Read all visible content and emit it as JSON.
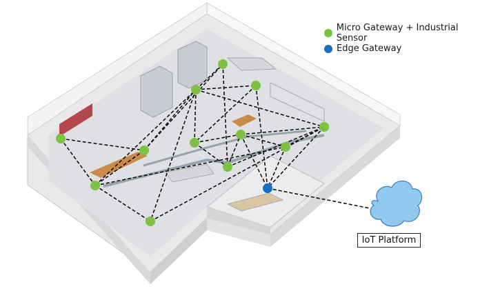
{
  "legend": {
    "micro_gateway": {
      "label": "Micro Gateway + Industrial Sensor",
      "color": "#7dc242"
    },
    "edge_gateway": {
      "label": "Edge Gateway",
      "color": "#1b6fc2"
    }
  },
  "iot_platform": {
    "label": "IoT Platform",
    "cloud_color": "#8fc9ee"
  },
  "nodes": [
    {
      "id": "n1",
      "type": "micro"
    },
    {
      "id": "n2",
      "type": "micro"
    },
    {
      "id": "n3",
      "type": "micro"
    },
    {
      "id": "n4",
      "type": "micro"
    },
    {
      "id": "n5",
      "type": "micro"
    },
    {
      "id": "n6",
      "type": "micro"
    },
    {
      "id": "n7",
      "type": "micro"
    },
    {
      "id": "n8",
      "type": "micro"
    },
    {
      "id": "n9",
      "type": "micro"
    },
    {
      "id": "n10",
      "type": "micro"
    },
    {
      "id": "n11",
      "type": "micro"
    },
    {
      "id": "n12",
      "type": "micro"
    },
    {
      "id": "edge",
      "type": "edge"
    }
  ],
  "links": [
    [
      "n1",
      "n2"
    ],
    [
      "n1",
      "n3"
    ],
    [
      "n2",
      "n3"
    ],
    [
      "n2",
      "n4"
    ],
    [
      "n2",
      "n5"
    ],
    [
      "n3",
      "n4"
    ],
    [
      "n3",
      "n6"
    ],
    [
      "n4",
      "n5"
    ],
    [
      "n4",
      "n6"
    ],
    [
      "n4",
      "n7"
    ],
    [
      "n4",
      "n12"
    ],
    [
      "n4",
      "n8"
    ],
    [
      "n5",
      "n9"
    ],
    [
      "n6",
      "n12"
    ],
    [
      "n7",
      "n8"
    ],
    [
      "n8",
      "n9"
    ],
    [
      "n8",
      "n10"
    ],
    [
      "n9",
      "n10"
    ],
    [
      "n9",
      "n12"
    ],
    [
      "n10",
      "n11"
    ],
    [
      "n10",
      "n12"
    ],
    [
      "n10",
      "edge"
    ],
    [
      "n11",
      "edge"
    ],
    [
      "n12",
      "edge"
    ],
    [
      "n7",
      "edge"
    ],
    [
      "n3",
      "n11"
    ],
    [
      "n11",
      "n12"
    ]
  ],
  "uplink": [
    "edge",
    "cloud"
  ]
}
